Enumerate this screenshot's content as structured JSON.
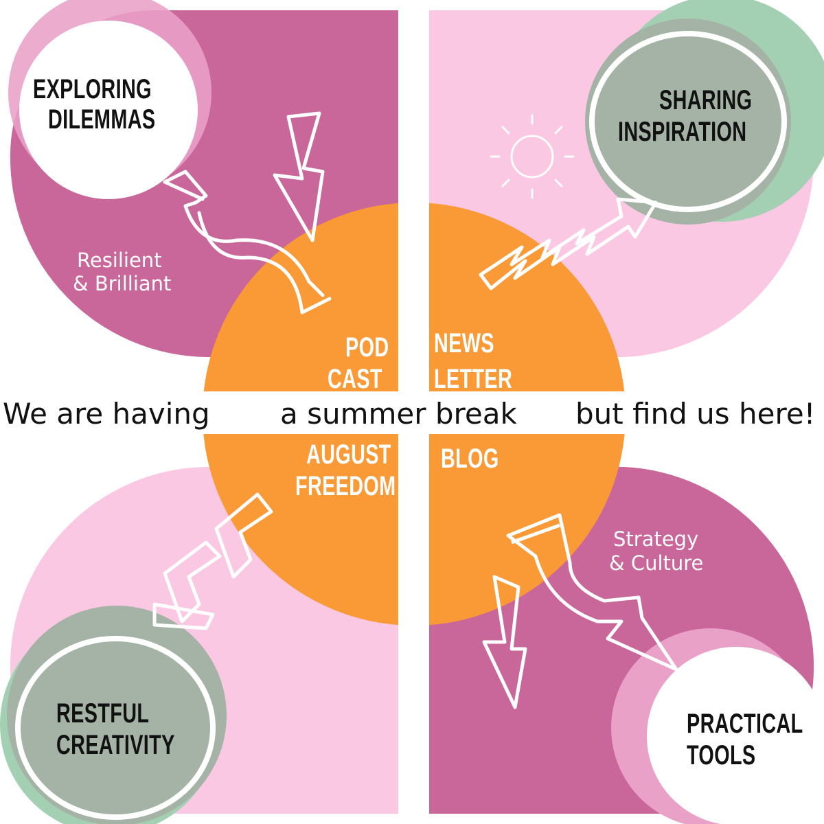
{
  "banner": {
    "left": "We are having",
    "middle": "a summer break",
    "right": "but find us here!"
  },
  "quadrants": {
    "top_left": {
      "title_line1": "EXPLORING",
      "title_line2": "DILEMMAS",
      "caption_line1": "Resilient",
      "caption_line2": "& Brilliant",
      "link_line1": "POD",
      "link_line2": "CAST"
    },
    "top_right": {
      "title_line1": "SHARING",
      "title_line2": "INSPIRATION",
      "link_line1": "NEWS",
      "link_line2": "LETTER"
    },
    "bottom_left": {
      "title_line1": "RESTFUL",
      "title_line2": "CREATIVITY",
      "link_line1": "AUGUST",
      "link_line2": "FREEDOM"
    },
    "bottom_right": {
      "title_line1": "PRACTICAL",
      "title_line2": "TOOLS",
      "caption_line1": "Strategy",
      "caption_line2": "& Culture",
      "link_line1": "BLOG"
    }
  },
  "colors": {
    "magenta": "#c9669a",
    "light_pink": "#fbc8e3",
    "orange": "#f99a36",
    "sage": "#a4b3a5",
    "mint": "#a3d0b2",
    "soft_pink": "#e9a1c7",
    "white": "#ffffff",
    "black": "#111111"
  },
  "icons": [
    "lightning-icon",
    "sun-icon",
    "curved-arrow-icon",
    "zigzag-arrow-icon",
    "chevron-arrows-icon",
    "swoosh-arrow-icon"
  ]
}
